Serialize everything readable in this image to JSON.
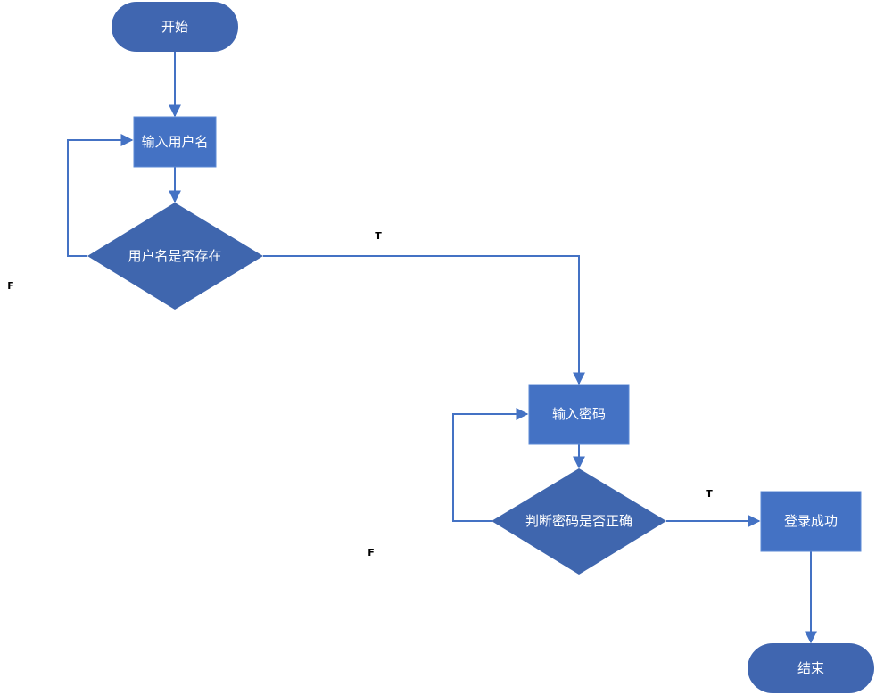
{
  "colors": {
    "terminal_fill": "#4066b0",
    "process_fill": "#4472c4",
    "process_stroke": "#5b8ad6",
    "decision_fill": "#3f66ae",
    "connector": "#4472c4",
    "node_text": "#ffffff",
    "edge_text": "#000000"
  },
  "nodes": {
    "start": {
      "label": "开始",
      "shape": "terminal"
    },
    "input_username": {
      "label": "输入用户名",
      "shape": "process"
    },
    "check_username": {
      "label": "用户名是否存在",
      "shape": "decision"
    },
    "input_password": {
      "label": "输入密码",
      "shape": "process"
    },
    "check_password": {
      "label": "判断密码是否正确",
      "shape": "decision"
    },
    "login_success": {
      "label": "登录成功",
      "shape": "process"
    },
    "end": {
      "label": "结束",
      "shape": "terminal"
    }
  },
  "edge_labels": {
    "username_true": "T",
    "username_false": "F",
    "password_true": "T",
    "password_false": "F"
  }
}
